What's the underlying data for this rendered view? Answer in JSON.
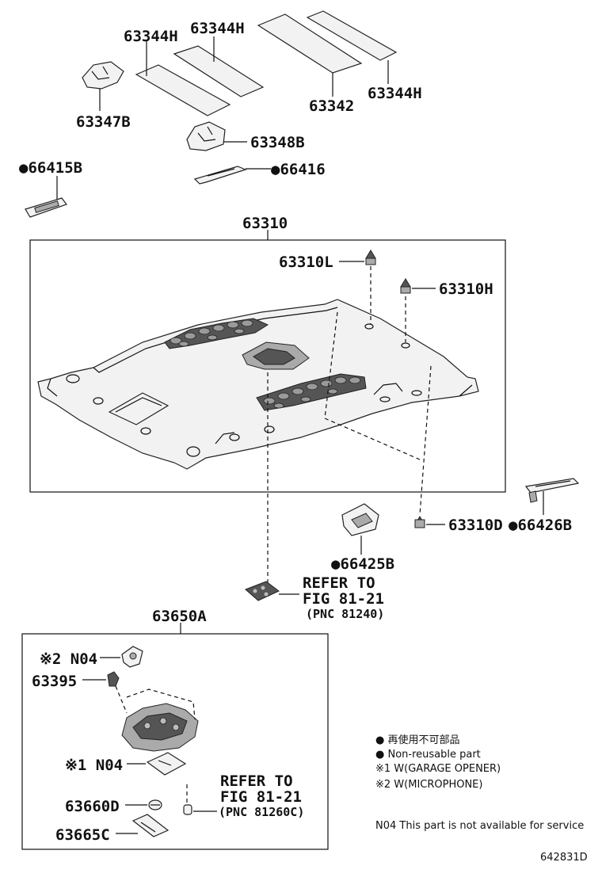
{
  "labels": {
    "p63344H_a": "63344H",
    "p63344H_b": "63344H",
    "p63344H_c": "63344H",
    "p63342": "63342",
    "p63347B": "63347B",
    "p63348B": "63348B",
    "p66415B": "●66415B",
    "p66416": "●66416",
    "p63310": "63310",
    "p63310L": "63310L",
    "p63310H": "63310H",
    "p63310D": "63310D",
    "p66426B": "●66426B",
    "p66425B": "●66425B",
    "p63650A": "63650A",
    "n04_2": "※2 N04",
    "p63395": "63395",
    "n04_1": "※1 N04",
    "p63660D": "63660D",
    "p63665C": "63665C"
  },
  "refs": {
    "ref1_line1": "REFER TO",
    "ref1_line2": "FIG 81-21",
    "ref1_line3": "(PNC 81240)",
    "ref2_line1": "REFER TO",
    "ref2_line2": "FIG 81-21",
    "ref2_line3": "(PNC 81260C)"
  },
  "legend": {
    "line1": "● 再使用不可部品",
    "line2": "● Non-reusable part",
    "line3": "※1 W(GARAGE OPENER)",
    "line4": "※2 W(MICROPHONE)",
    "footnote": "N04 This part is not available for service"
  },
  "diagram_id": "642831D"
}
